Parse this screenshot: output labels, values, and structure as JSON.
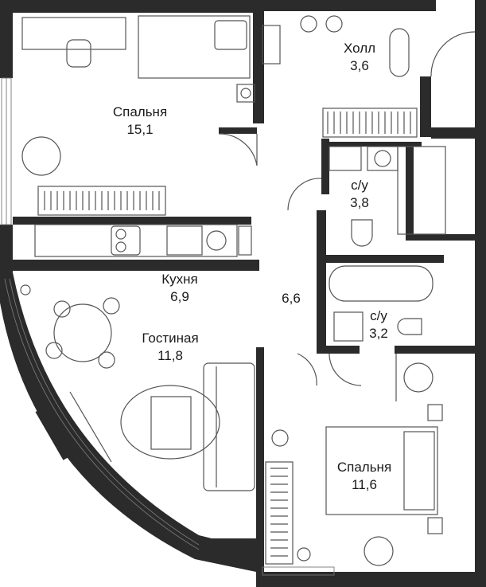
{
  "rooms": [
    {
      "name": "Спальня",
      "area": "15,1"
    },
    {
      "name": "Холл",
      "area": "3,6"
    },
    {
      "name": "с/у",
      "area": "3,8"
    },
    {
      "name": "Кухня",
      "area": "6,9"
    },
    {
      "name": "",
      "area": "6,6"
    },
    {
      "name": "с/у",
      "area": "3,2"
    },
    {
      "name": "Гостиная",
      "area": "11,8"
    },
    {
      "name": "Спальня",
      "area": "11,6"
    }
  ],
  "colors": {
    "wall": "#2b2b2b",
    "furniture": "#555555"
  }
}
